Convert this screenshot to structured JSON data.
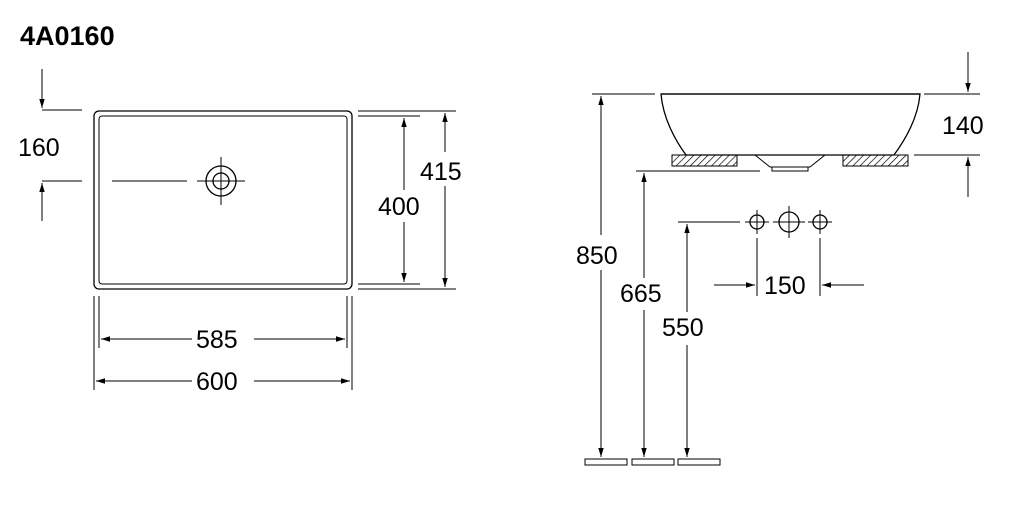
{
  "title": "4A0160",
  "top_view": {
    "overflow_offset": "160",
    "inner_depth": "400",
    "outer_depth": "415",
    "inner_width": "585",
    "outer_width": "600"
  },
  "side_view": {
    "bowl_height": "140",
    "rim_height": "850",
    "counter_height": "665",
    "tap_height": "550",
    "tap_spacing": "150"
  },
  "icons": [
    "waste-outlet-icon",
    "tap-hole-icon"
  ]
}
